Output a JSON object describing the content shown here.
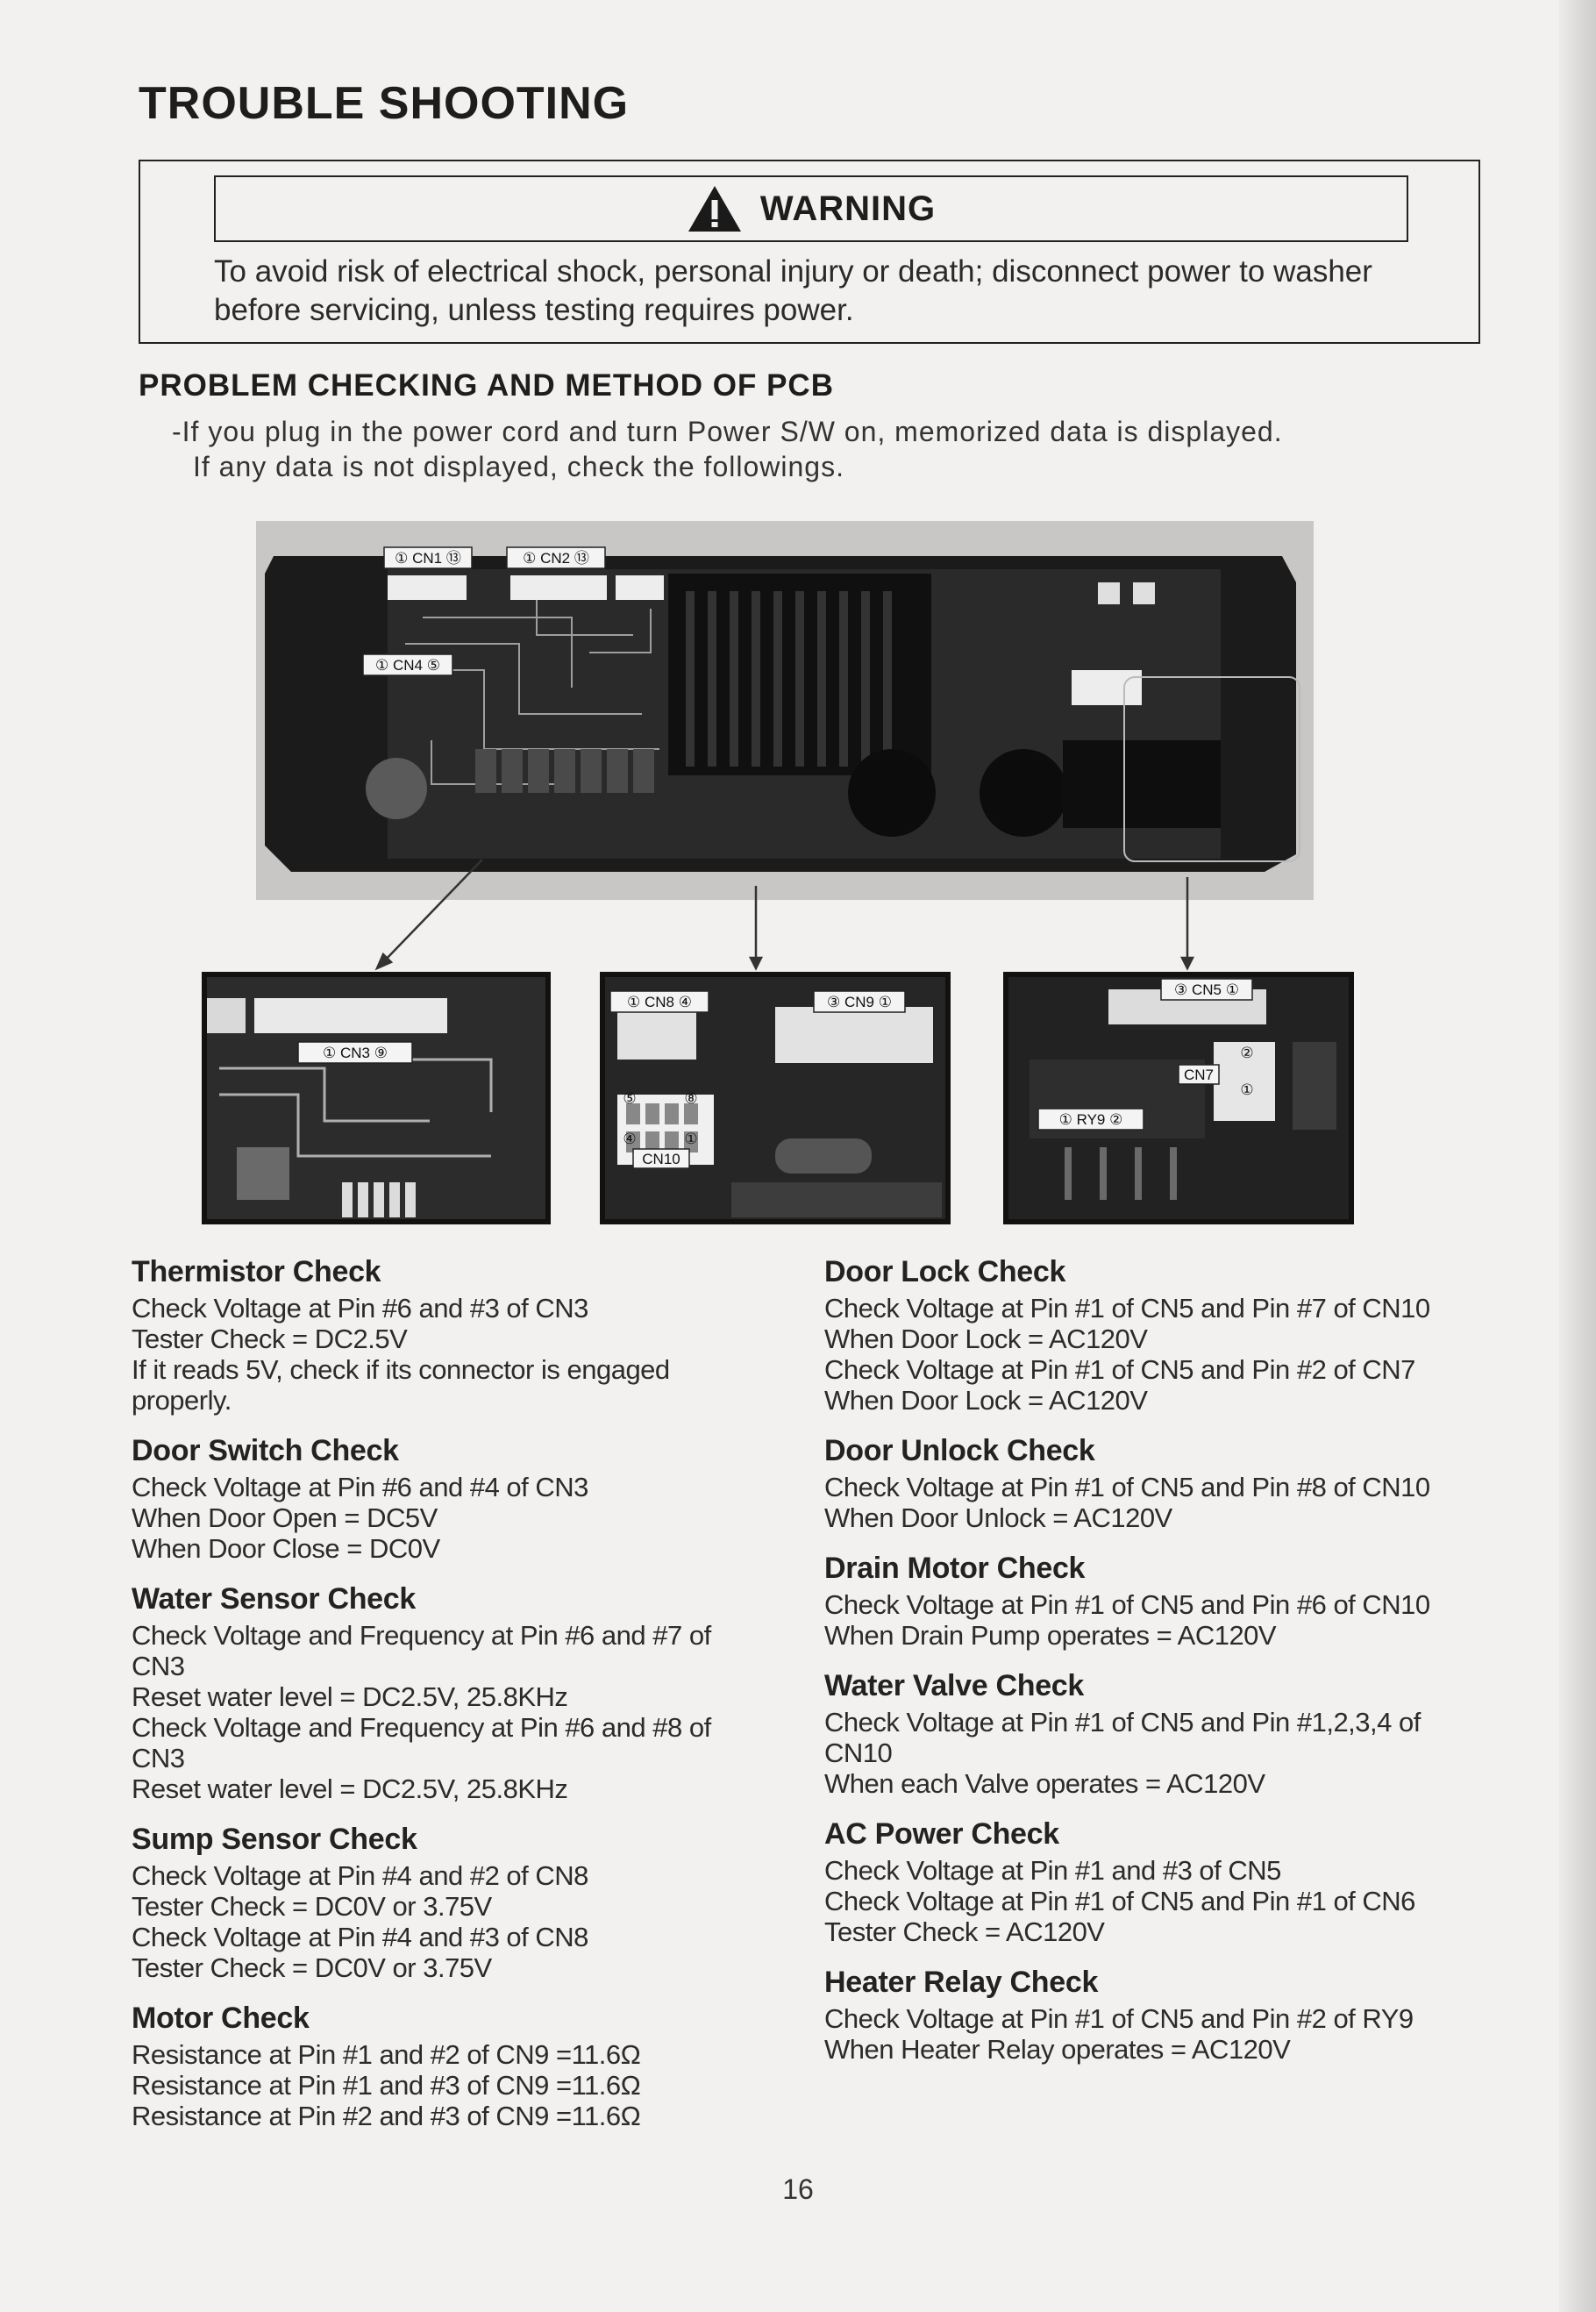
{
  "page_title": "TROUBLE SHOOTING",
  "warning": {
    "title": "WARNING",
    "text": "To avoid risk of electrical shock, personal injury or death; disconnect power to washer before servicing, unless testing requires power."
  },
  "section": {
    "title": "PROBLEM CHECKING AND METHOD OF PCB",
    "line1": "-If you plug in the power cord and turn Power S/W on, memorized data is displayed.",
    "line2": "If any data is not displayed, check the followings."
  },
  "board_labels": {
    "cn1": "① CN1 ⑬",
    "cn2": "① CN2 ⑬",
    "cn4": "① CN4 ⑤",
    "cn3": "① CN3 ⑨",
    "cn8": "① CN8 ④",
    "cn9": "③ CN9 ①",
    "cn10_pin5": "⑤",
    "cn10_pin8": "⑧",
    "cn10_pin4": "④",
    "cn10_pin1": "①",
    "cn10": "CN10",
    "cn5": "③ CN5 ①",
    "cn7": "CN7",
    "cn7_pin2": "②",
    "cn7_pin1": "①",
    "ry9": "① RY9 ②"
  },
  "checks_left": [
    {
      "title": "Thermistor Check",
      "lines": [
        "Check Voltage at Pin #6 and #3 of CN3",
        "Tester Check = DC2.5V",
        "If it reads 5V, check if its connector is engaged properly."
      ]
    },
    {
      "title": "Door Switch Check",
      "lines": [
        "Check Voltage at Pin #6 and #4 of CN3",
        "When Door Open = DC5V",
        "When Door Close = DC0V"
      ]
    },
    {
      "title": "Water Sensor Check",
      "lines": [
        "Check Voltage and Frequency at Pin #6 and #7 of CN3",
        "Reset water level = DC2.5V, 25.8KHz",
        "Check Voltage and Frequency at Pin #6 and #8 of CN3",
        "Reset water level = DC2.5V, 25.8KHz"
      ]
    },
    {
      "title": "Sump Sensor Check",
      "lines": [
        "Check Voltage at Pin #4 and #2 of CN8",
        "Tester Check = DC0V or 3.75V",
        "Check Voltage at Pin #4 and #3 of CN8",
        "Tester Check = DC0V or 3.75V"
      ]
    },
    {
      "title": "Motor Check",
      "lines": [
        "Resistance at Pin #1 and #2 of CN9 =11.6Ω",
        "Resistance at Pin #1 and #3 of CN9 =11.6Ω",
        "Resistance at Pin #2 and #3 of CN9 =11.6Ω"
      ]
    }
  ],
  "checks_right": [
    {
      "title": "Door Lock Check",
      "lines": [
        "Check Voltage at Pin #1 of CN5 and Pin #7 of CN10",
        "When Door Lock = AC120V",
        "Check Voltage at Pin #1 of CN5 and Pin #2 of CN7",
        "When Door Lock = AC120V"
      ]
    },
    {
      "title": "Door Unlock Check",
      "lines": [
        "Check Voltage at Pin #1 of CN5 and Pin #8 of CN10",
        "When Door Unlock = AC120V"
      ]
    },
    {
      "title": "Drain Motor Check",
      "lines": [
        "Check Voltage at Pin #1 of CN5 and Pin #6 of CN10",
        "When Drain Pump operates = AC120V"
      ]
    },
    {
      "title": "Water Valve Check",
      "lines": [
        "Check Voltage at Pin #1 of CN5 and Pin #1,2,3,4 of CN10",
        "When each Valve operates = AC120V"
      ]
    },
    {
      "title": "AC Power Check",
      "lines": [
        "Check Voltage at Pin #1 and #3 of CN5",
        "Check Voltage at Pin #1 of CN5 and Pin #1 of CN6",
        "Tester Check = AC120V"
      ]
    },
    {
      "title": "Heater Relay Check",
      "lines": [
        "Check Voltage at Pin #1 of CN5 and Pin #2 of RY9",
        "When Heater Relay operates = AC120V"
      ]
    }
  ],
  "page_number": "16"
}
